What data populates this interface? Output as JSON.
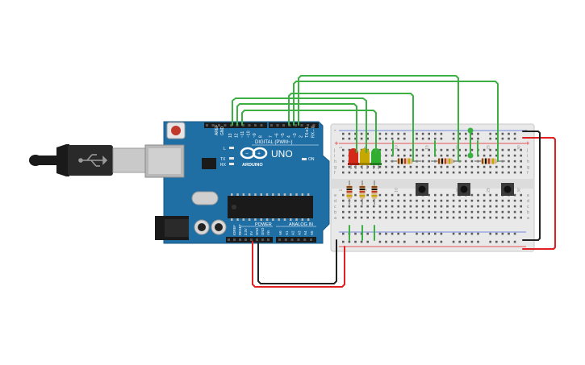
{
  "board": {
    "logo_text": "UNO",
    "brand_text": "ARDUINO",
    "digital_header": "DIGITAL (PWM~)",
    "analog_header": "ANALOG IN",
    "power_header": "POWER",
    "on_label": "ON",
    "l_label": "L",
    "tx_label": "TX",
    "rx_label": "RX",
    "pin_aref": "AREF",
    "pin_gnd_top": "GND",
    "pins_digital": [
      "13",
      "12",
      "~11",
      "~10",
      "~9",
      "8",
      "7",
      "~6",
      "~5",
      "4",
      "~3",
      "2",
      "TX➔1",
      "RX←0"
    ],
    "pins_power": [
      "IOREF",
      "RESET",
      "3.3V",
      "5V",
      "GND",
      "GND",
      "Vin"
    ],
    "pins_analog": [
      "A0",
      "A1",
      "A2",
      "A3",
      "A4",
      "A5"
    ]
  },
  "breadboard": {
    "row_letters_top": [
      "j",
      "i",
      "h",
      "g",
      "f"
    ],
    "row_letters_bottom": [
      "e",
      "d",
      "c",
      "b",
      "a"
    ],
    "column_numbers": [
      "1",
      "5",
      "10",
      "15",
      "20",
      "25",
      "30"
    ],
    "rail_plus": "+",
    "rail_minus": "-"
  },
  "colors": {
    "board": "#1f6fa5",
    "breadboard": "#e9e9e9",
    "wire_green": "#3cb043",
    "wire_red": "#e02020",
    "wire_black": "#222222",
    "led_red": "#d42a1a",
    "led_yellow": "#c8a600",
    "led_green": "#2fae2f"
  },
  "components": [
    {
      "name": "usb-cable",
      "icon": "usb-plug-icon"
    },
    {
      "name": "arduino-uno",
      "icon": "microcontroller-icon"
    },
    {
      "name": "breadboard",
      "icon": "breadboard-icon"
    },
    {
      "name": "led-red",
      "icon": "led-icon"
    },
    {
      "name": "led-yellow",
      "icon": "led-icon"
    },
    {
      "name": "led-green",
      "icon": "led-icon"
    },
    {
      "name": "pushbutton-1",
      "icon": "pushbutton-icon"
    },
    {
      "name": "pushbutton-2",
      "icon": "pushbutton-icon"
    },
    {
      "name": "pushbutton-3",
      "icon": "pushbutton-icon"
    }
  ]
}
